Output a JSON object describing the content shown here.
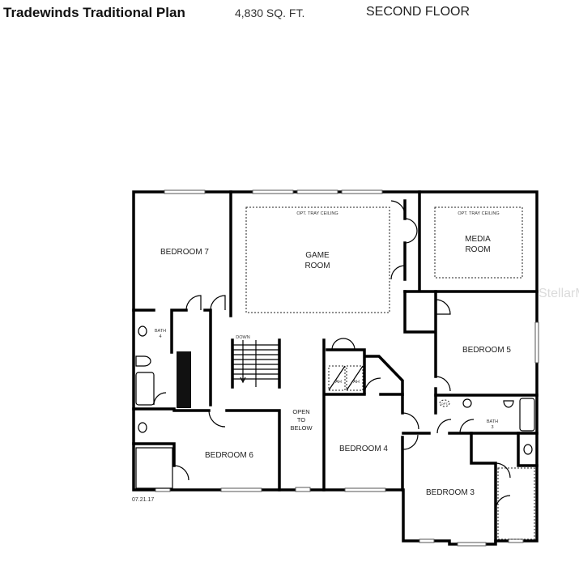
{
  "header": {
    "plan_name": "Tradewinds Traditional Plan",
    "square_feet": "4,830 SQ. FT.",
    "floor": "SECOND FLOOR"
  },
  "plan": {
    "rooms": {
      "bedroom7": "BEDROOM 7",
      "game_room_1": "GAME",
      "game_room_2": "ROOM",
      "media_room_1": "MEDIA",
      "media_room_2": "ROOM",
      "bedroom5": "BEDROOM 5",
      "bath4_1": "BATH",
      "bath4_2": "4",
      "bath3_1": "BATH",
      "bath3_2": "3",
      "bedroom6": "BEDROOM 6",
      "open_1": "OPEN",
      "open_2": "TO",
      "open_3": "BELOW",
      "bedroom4": "BEDROOM 4",
      "bedroom3": "BEDROOM 3"
    },
    "notes": {
      "tray_game": "OPT. TRAY CEILING",
      "tray_media": "OPT. TRAY CEILING",
      "stairs": "DOWN",
      "ah1": "AH",
      "ah2": "AH",
      "opt": "OPT."
    },
    "date": "07.21.17",
    "watermark": "StellarMLS"
  }
}
